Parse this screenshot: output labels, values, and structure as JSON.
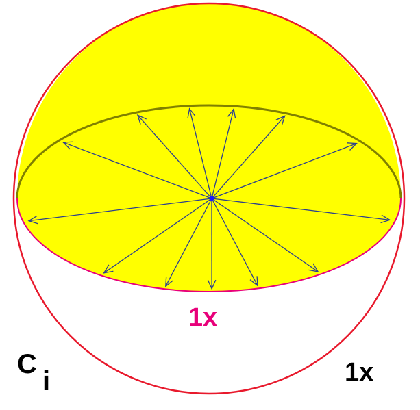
{
  "figure": {
    "labels": {
      "equator_label": "1x",
      "corner_label_main": "C",
      "corner_label_sub": "i",
      "right_label": "1x"
    },
    "colors": {
      "sphere_outline": "#e8192c",
      "upper_fill": "#ffff00",
      "equator_back": "#808000",
      "equator_front": "#e8007a",
      "arrows": "#2b3f8e",
      "center_dot": "#1a1aff",
      "equator_label_color": "#e8007a",
      "text": "#000000"
    },
    "arrow_count": 13
  }
}
